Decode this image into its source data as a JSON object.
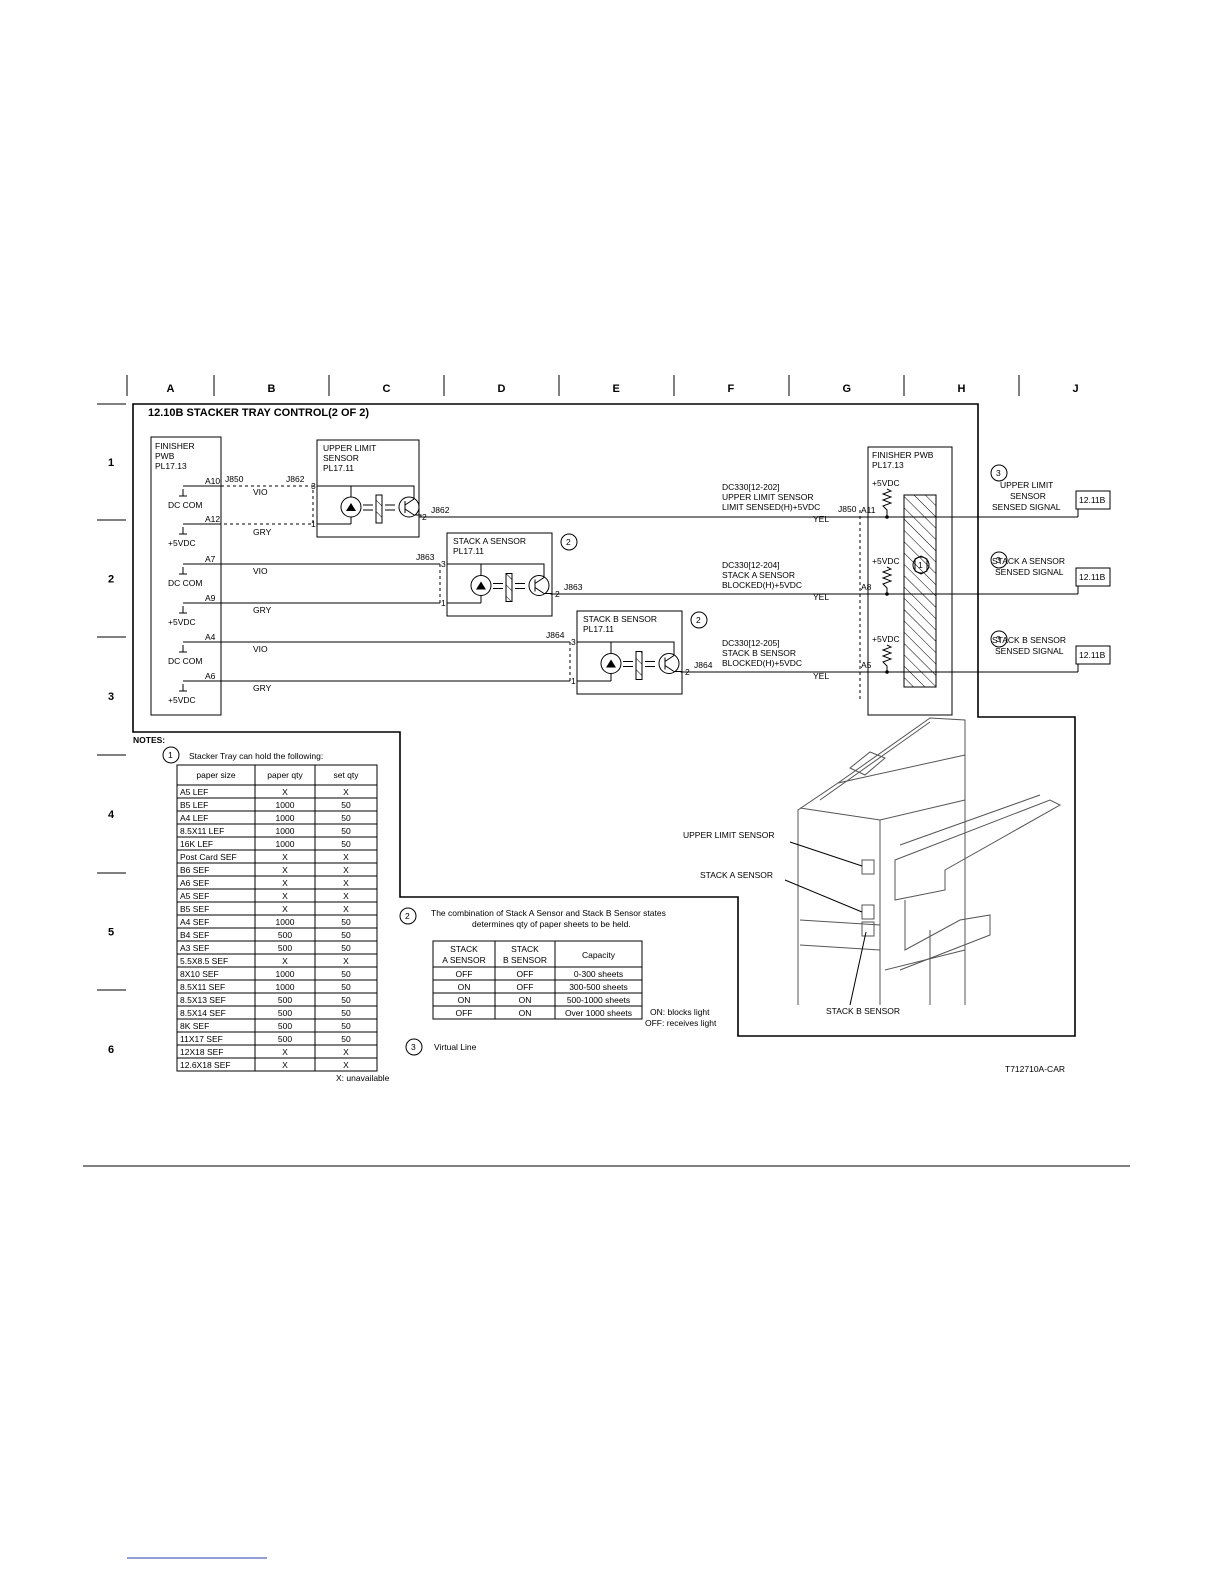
{
  "grid": {
    "columns": [
      "A",
      "B",
      "C",
      "D",
      "E",
      "F",
      "G",
      "H",
      "J"
    ],
    "rows": [
      "1",
      "2",
      "3",
      "4",
      "5",
      "6"
    ]
  },
  "title": "12.10B STACKER TRAY CONTROL(2 OF 2)",
  "finisher_left": {
    "lines": [
      "FINISHER",
      "PWB",
      "PL17.13"
    ],
    "pins": [
      "A10",
      "A12",
      "A7",
      "A9",
      "A4",
      "A6"
    ],
    "labels": [
      "DC COM",
      "+5VDC",
      "DC COM",
      "+5VDC",
      "DC COM",
      "+5VDC"
    ],
    "conn": "J850"
  },
  "wire_colors": [
    "VIO",
    "GRY",
    "VIO",
    "GRY",
    "VIO",
    "GRY"
  ],
  "sensors": [
    {
      "name": [
        "UPPER LIMIT",
        "SENSOR",
        "PL17.11"
      ],
      "conn": "J862",
      "pin_top": "3",
      "pin_bottom": "1",
      "pin_out": "2",
      "out_conn": "J862"
    },
    {
      "name": [
        "STACK A SENSOR",
        "PL17.11"
      ],
      "conn": "J863",
      "pin_top": "3",
      "pin_bottom": "1",
      "pin_out": "2",
      "out_conn": "J863",
      "note": "2"
    },
    {
      "name": [
        "STACK B SENSOR",
        "PL17.11"
      ],
      "conn": "J864",
      "pin_top": "3",
      "pin_bottom": "1",
      "pin_out": "2",
      "out_conn": "J864",
      "note": "2"
    }
  ],
  "signals": [
    {
      "lines": [
        "DC330[12-202]",
        "UPPER LIMIT SENSOR",
        "LIMIT SENSED(H)+5VDC"
      ],
      "color": "YEL",
      "pin": "A11"
    },
    {
      "lines": [
        "DC330[12-204]",
        "STACK A SENSOR",
        "BLOCKED(H)+5VDC"
      ],
      "color": "YEL",
      "pin": "A8"
    },
    {
      "lines": [
        "DC330[12-205]",
        "STACK B SENSOR",
        "BLOCKED(H)+5VDC"
      ],
      "color": "YEL",
      "pin": "A5"
    }
  ],
  "finisher_right": {
    "lines": [
      "FINISHER PWB",
      "PL17.13"
    ],
    "conn": "J850",
    "supply": "+5VDC",
    "note": "1"
  },
  "outputs": [
    {
      "note": "3",
      "lines": [
        "UPPER LIMIT",
        "SENSOR",
        "SENSED SIGNAL"
      ],
      "ref": "12.11B"
    },
    {
      "note": "3",
      "lines": [
        "STACK A SENSOR",
        "SENSED SIGNAL"
      ],
      "ref": "12.11B"
    },
    {
      "note": "3",
      "lines": [
        "STACK B SENSOR",
        "SENSED SIGNAL"
      ],
      "ref": "12.11B"
    }
  ],
  "notes": {
    "heading": "NOTES:",
    "note1": {
      "num": "1",
      "text": "Stacker Tray can hold the following:"
    },
    "paper_table": {
      "headers": [
        "paper size",
        "paper qty",
        "set qty"
      ],
      "rows": [
        [
          "A5 LEF",
          "X",
          "X"
        ],
        [
          "B5 LEF",
          "1000",
          "50"
        ],
        [
          "A4 LEF",
          "1000",
          "50"
        ],
        [
          "8.5X11 LEF",
          "1000",
          "50"
        ],
        [
          "16K LEF",
          "1000",
          "50"
        ],
        [
          "Post Card SEF",
          "X",
          "X"
        ],
        [
          "B6 SEF",
          "X",
          "X"
        ],
        [
          "A6 SEF",
          "X",
          "X"
        ],
        [
          "A5 SEF",
          "X",
          "X"
        ],
        [
          "B5 SEF",
          "X",
          "X"
        ],
        [
          "A4 SEF",
          "1000",
          "50"
        ],
        [
          "B4 SEF",
          "500",
          "50"
        ],
        [
          "A3 SEF",
          "500",
          "50"
        ],
        [
          "5.5X8.5 SEF",
          "X",
          "X"
        ],
        [
          "8X10 SEF",
          "1000",
          "50"
        ],
        [
          "8.5X11 SEF",
          "1000",
          "50"
        ],
        [
          "8.5X13 SEF",
          "500",
          "50"
        ],
        [
          "8.5X14 SEF",
          "500",
          "50"
        ],
        [
          "8K SEF",
          "500",
          "50"
        ],
        [
          "11X17 SEF",
          "500",
          "50"
        ],
        [
          "12X18 SEF",
          "X",
          "X"
        ],
        [
          "12.6X18 SEF",
          "X",
          "X"
        ]
      ],
      "footnote": "X: unavailable"
    },
    "note2": {
      "num": "2",
      "lines": [
        "The combination of Stack A Sensor and Stack B Sensor states",
        "determines qty of paper sheets to be held."
      ]
    },
    "capacity_table": {
      "headers": [
        [
          "STACK",
          "A SENSOR"
        ],
        [
          "STACK",
          "B SENSOR"
        ],
        [
          "Capacity"
        ]
      ],
      "rows": [
        [
          "OFF",
          "OFF",
          "0-300 sheets"
        ],
        [
          "ON",
          "OFF",
          "300-500 sheets"
        ],
        [
          "ON",
          "ON",
          "500-1000 sheets"
        ],
        [
          "OFF",
          "ON",
          "Over 1000 sheets"
        ]
      ],
      "legend": [
        "ON: blocks light",
        "OFF: receives light"
      ]
    },
    "note3": {
      "num": "3",
      "text": "Virtual Line"
    }
  },
  "illustration": {
    "labels": [
      "UPPER LIMIT SENSOR",
      "STACK A SENSOR",
      "STACK B SENSOR"
    ]
  },
  "figure_id": "T712710A-CAR"
}
